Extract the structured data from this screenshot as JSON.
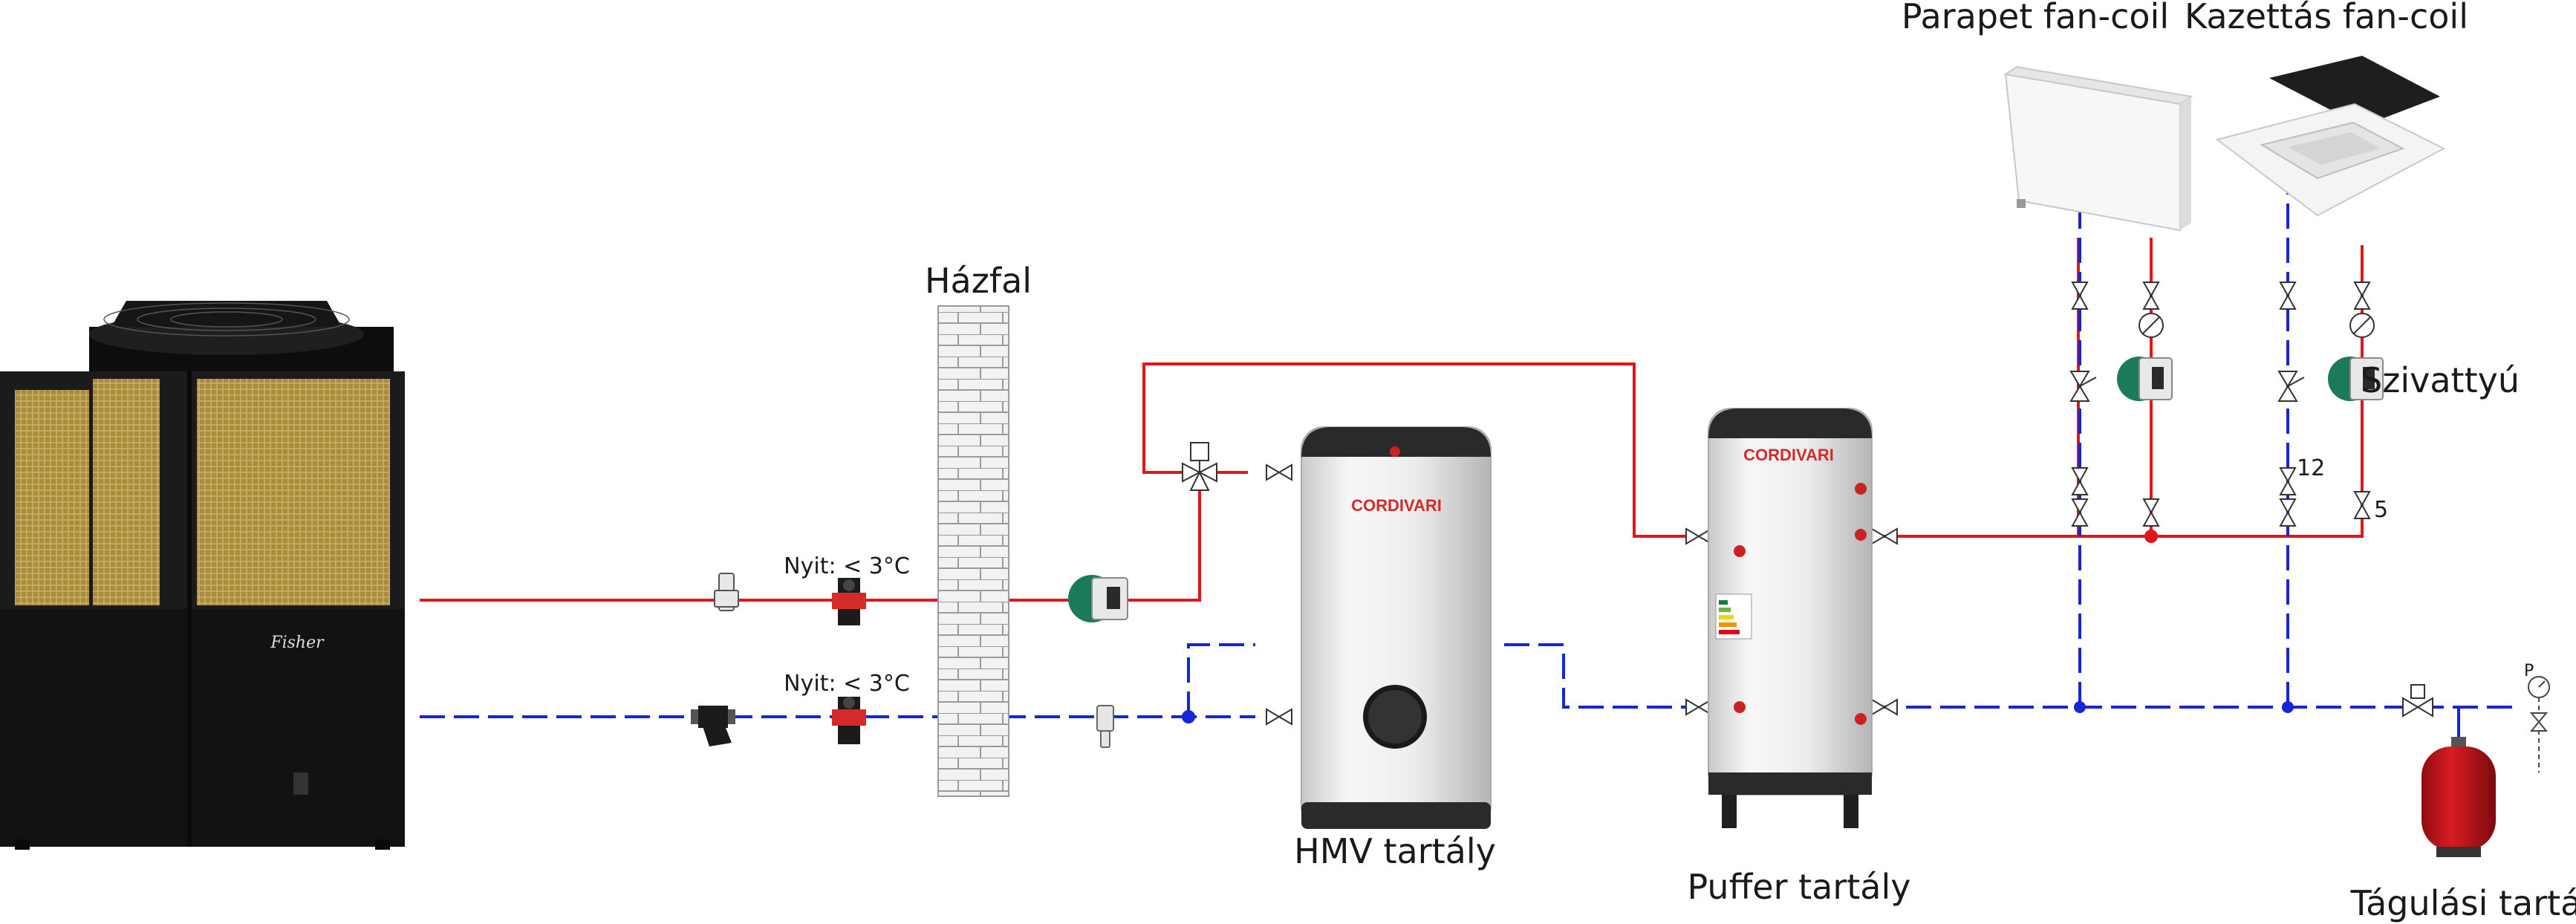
{
  "labels": {
    "hazfal": "Házfal",
    "hmv": "HMV tartály",
    "puffer": "Puffer tartály",
    "parapet": "Parapet fan-coil",
    "kazettas": "Kazettás fan-coil",
    "szivattyu": "Szivattyú",
    "tagulasi": "Tágulási tartály",
    "nyit_top": "Nyit: < 3°C",
    "nyit_bottom": "Nyit: < 3°C",
    "num12": "12",
    "num5": "5",
    "pressure_p": "P"
  },
  "brands": {
    "hmv": "CORDIVARI",
    "puffer": "CORDIVARI",
    "heatpump": "Fisher"
  },
  "colors": {
    "supply": "#e0161b",
    "return": "#1426d6",
    "brand": "#d42a2a",
    "tank_body": "#ececec",
    "heatpump_body": "#1b1b1b",
    "coil_gold": "#b59a45",
    "pump_green": "#1a7a5a",
    "expansion": "#c8141c"
  },
  "icons": {
    "heatpump": "heat-pump-icon",
    "wall": "brick-wall-icon",
    "pump": "circulation-pump-icon",
    "valve": "ball-valve-icon",
    "three_way": "three-way-valve-icon",
    "antifreeze": "antifreeze-valve-icon",
    "filter": "y-strainer-icon",
    "expansion": "expansion-vessel-icon",
    "gauge": "pressure-gauge-icon"
  }
}
